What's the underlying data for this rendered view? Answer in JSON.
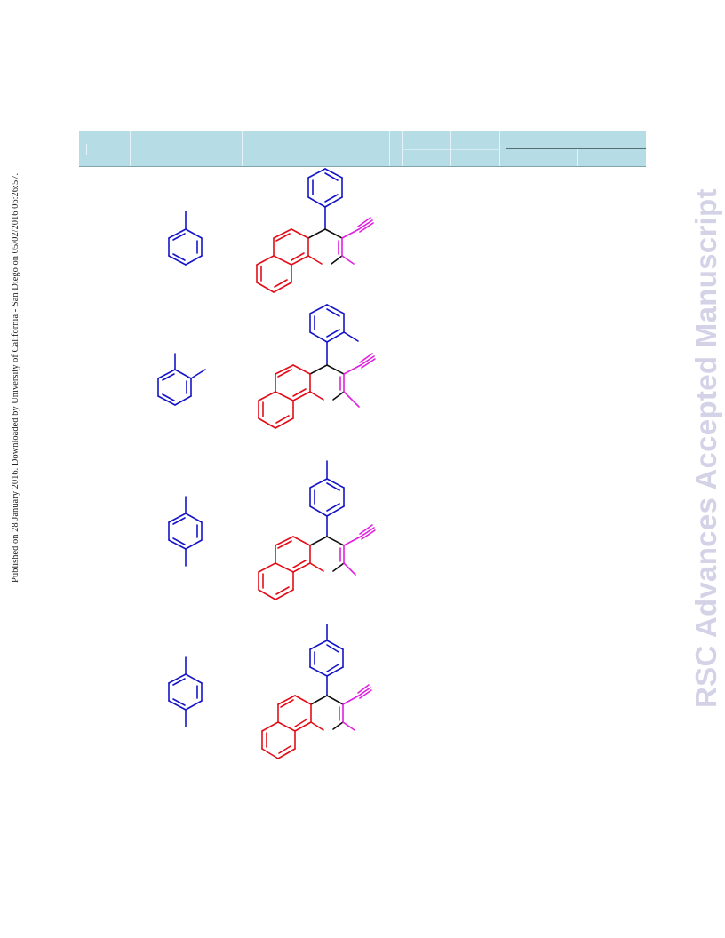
{
  "side_note": "Published on 28 January 2016. Downloaded by University of California - San Diego on 05/02/2016 06:26:57.",
  "watermark": "RSC Advances Accepted Manuscript",
  "table": {
    "header_labels": [
      "",
      "",
      "",
      "",
      "",
      "",
      ""
    ],
    "rows": [
      {
        "aldehyde": "phenyl",
        "product": "4-phenyl benzochromene"
      },
      {
        "aldehyde": "2-methylphenyl",
        "product": "4-(2-methylphenyl) benzochromene"
      },
      {
        "aldehyde": "4-methylphenyl",
        "product": "4-(4-methylphenyl) benzochromene"
      },
      {
        "aldehyde": "4-methylphenyl",
        "product": "4-(4-methylphenyl) benzochromene"
      }
    ]
  },
  "colors": {
    "header_bg": "#b6dde6",
    "aryl": "#1515c8",
    "naphthol": "#e30d17",
    "nitrile": "#e01fe0",
    "watermark": "#d4d2e6"
  }
}
